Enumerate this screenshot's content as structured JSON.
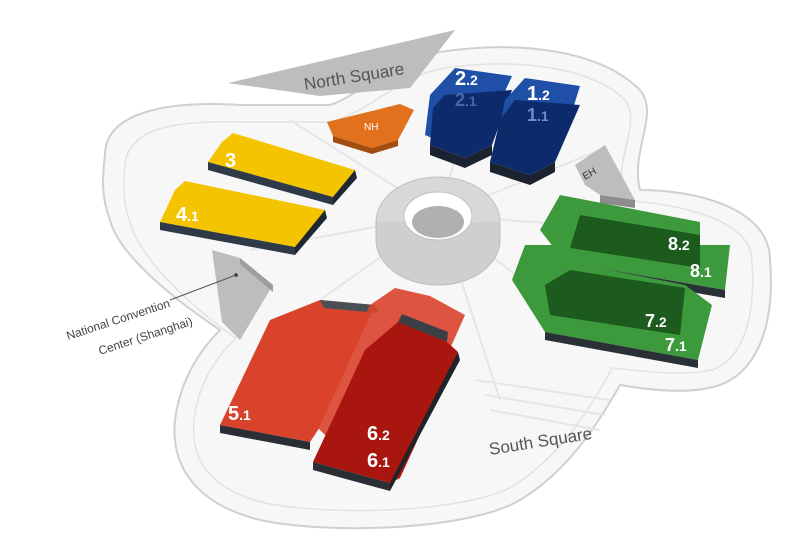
{
  "map": {
    "areas": {
      "north_square": "North Square",
      "south_square": "South Square",
      "nh": "NH",
      "eh": "EH"
    },
    "callout": {
      "line1": "National Convention",
      "line2": "Center (Shanghai)"
    },
    "halls": {
      "h3": {
        "num": "3",
        "sub": ""
      },
      "h4_1": {
        "num": "4",
        "sub": ".1"
      },
      "h2_2": {
        "num": "2",
        "sub": ".2"
      },
      "h2_1": {
        "num": "2",
        "sub": ".1"
      },
      "h1_2": {
        "num": "1",
        "sub": ".2"
      },
      "h1_1": {
        "num": "1",
        "sub": ".1"
      },
      "h8_2": {
        "num": "8",
        "sub": ".2"
      },
      "h8_1": {
        "num": "8",
        "sub": ".1"
      },
      "h7_2": {
        "num": "7",
        "sub": ".2"
      },
      "h7_1": {
        "num": "7",
        "sub": ".1"
      },
      "h5_1": {
        "num": "5",
        "sub": ".1"
      },
      "h6_2": {
        "num": "6",
        "sub": ".2"
      },
      "h6_1": {
        "num": "6",
        "sub": ".1"
      }
    },
    "colors": {
      "yellow": "#f5c400",
      "blue": "#1f4fa6",
      "dark_blue": "#0d2a6b",
      "green": "#3c9a3c",
      "dark_green": "#1d5a1d",
      "red": "#d9432b",
      "dark_red": "#a8160f",
      "orange": "#e2711d",
      "gray": "#bdbdbd"
    }
  }
}
